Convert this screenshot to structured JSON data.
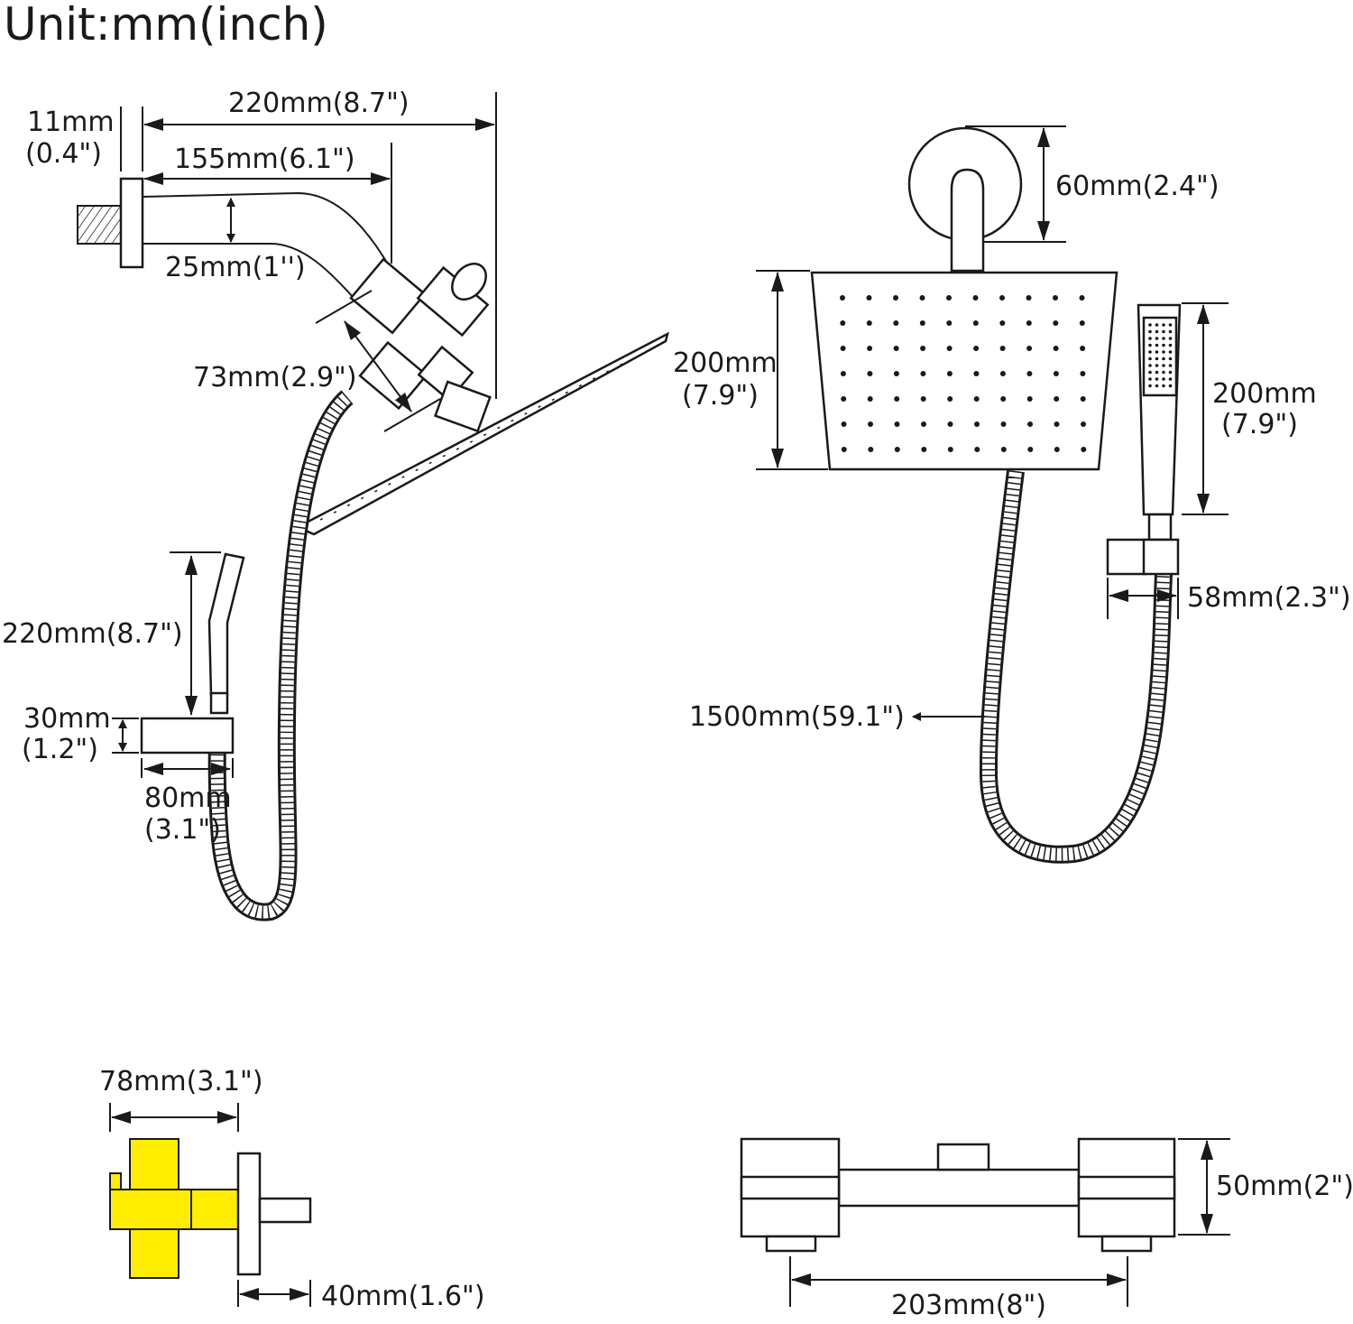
{
  "title": "Unit:mm(inch)",
  "colors": {
    "line": "#1a1a1a",
    "valve_highlight": "#ffee00",
    "background": "#ffffff"
  },
  "labels": {
    "arm_length": "220mm(8.7\")",
    "flange_thickness_mm": "11mm",
    "flange_thickness_in": "(0.4\")",
    "arm_horizontal": "155mm(6.1\")",
    "arm_diameter": "25mm(1'')",
    "diverter": "73mm(2.9\")",
    "handshower_length": "220mm(8.7\")",
    "holder_height_mm": "30mm",
    "holder_height_in": "(1.2\")",
    "holder_width_mm": "80mm",
    "holder_width_in": "(3.1\")",
    "flange_diameter": "60mm(2.4\")",
    "head_size_mm": "200mm",
    "head_size_in": "(7.9\")",
    "handshower_size_mm": "200mm",
    "handshower_size_in": "(7.9\")",
    "holder_depth": "58mm(2.3\")",
    "hose_length": "1500mm(59.1\")",
    "valve_width": "78mm(3.1\")",
    "valve_depth": "40mm(1.6\")",
    "mixer_height": "50mm(2\")",
    "mixer_centers": "203mm(8\")"
  }
}
